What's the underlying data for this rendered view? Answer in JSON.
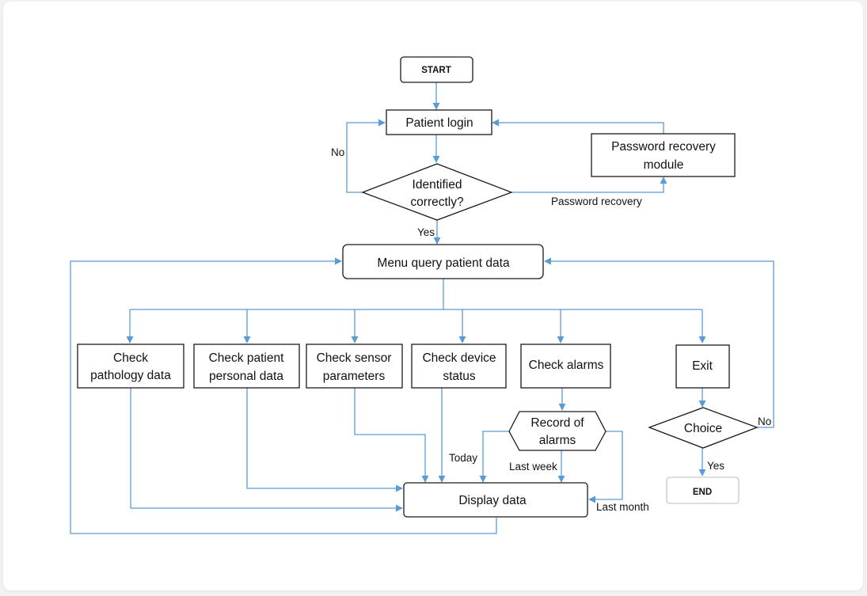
{
  "nodes": {
    "start": "START",
    "patient_login": "Patient login",
    "password_recovery_module": [
      "Password recovery",
      "module"
    ],
    "identified": [
      "Identified",
      "correctly?"
    ],
    "menu": "Menu query patient data",
    "pathology": [
      "Check",
      "pathology data"
    ],
    "personal": [
      "Check patient",
      "personal data"
    ],
    "sensor": [
      "Check sensor",
      "parameters"
    ],
    "device": [
      "Check device",
      "status"
    ],
    "alarms": "Check alarms",
    "exit": "Exit",
    "record": [
      "Record of",
      "alarms"
    ],
    "choice": "Choice",
    "display": "Display data",
    "end": "END"
  },
  "edge_labels": {
    "no_login": "No",
    "password_recovery": "Password recovery",
    "yes_identified": "Yes",
    "today": "Today",
    "last_week": "Last week",
    "last_month": "Last month",
    "no_choice": "No",
    "yes_choice": "Yes"
  },
  "colors": {
    "connector": "#5b9bd5",
    "box_border": "#1a1a1a"
  }
}
